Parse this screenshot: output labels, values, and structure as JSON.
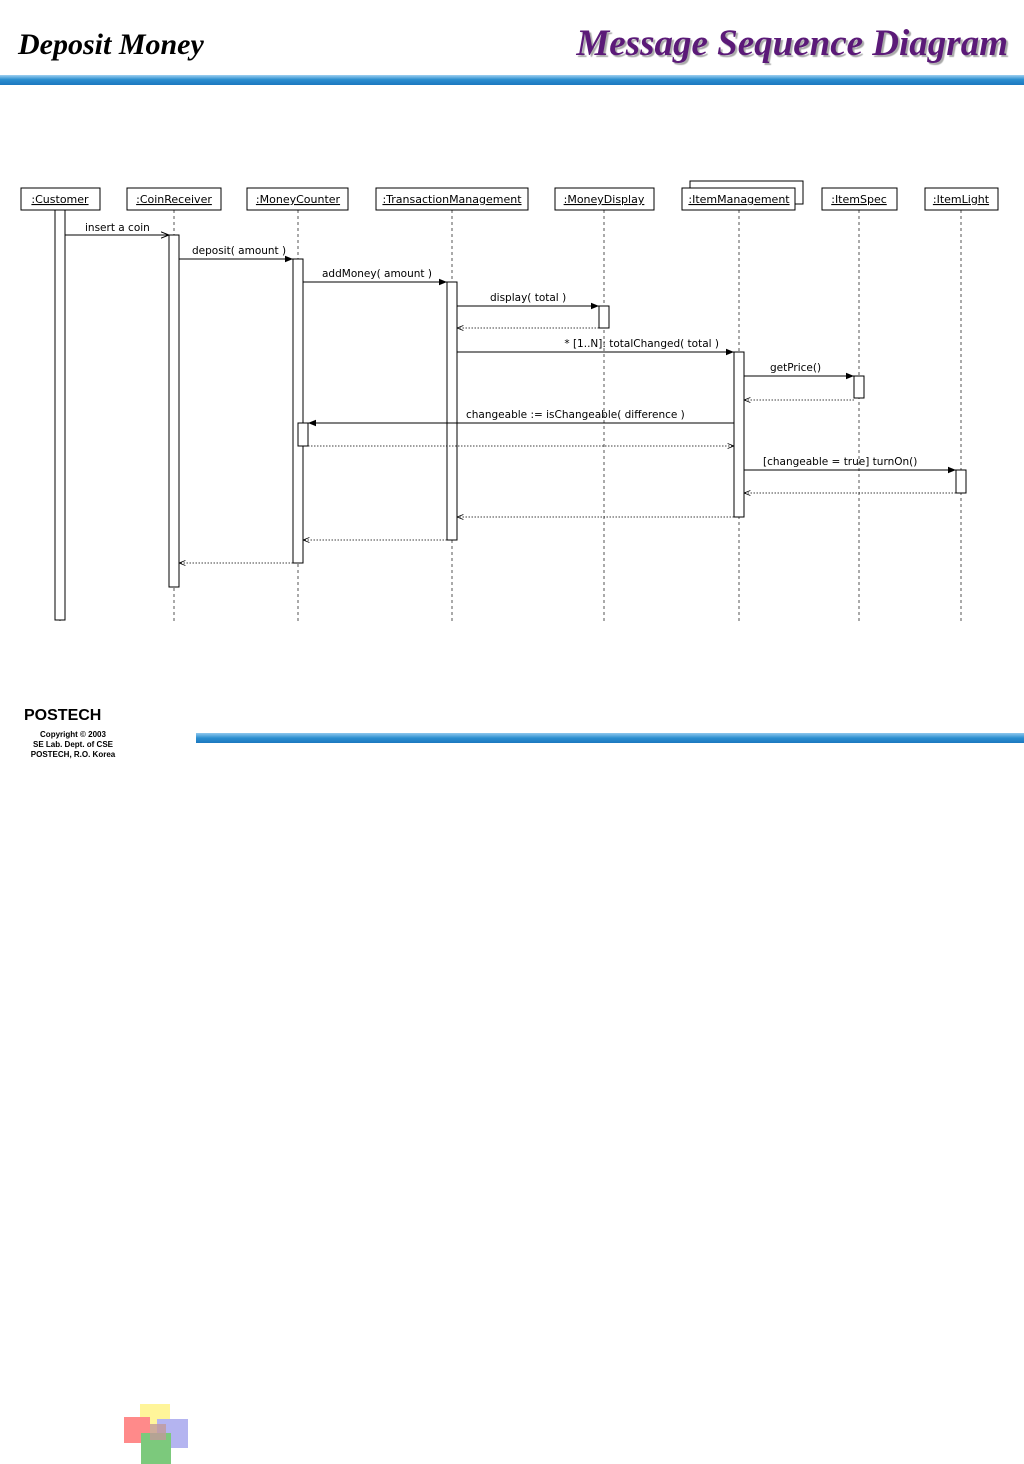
{
  "slide": {
    "title": "Deposit Money",
    "diagram_title": "Message Sequence Diagram"
  },
  "diagram": {
    "lifelines": [
      ":Customer",
      ":CoinReceiver",
      ":MoneyCounter",
      ":TransactionManagement",
      ":MoneyDisplay",
      ":ItemManagement",
      ":ItemSpec",
      ":ItemLight"
    ],
    "messages": [
      "insert a coin",
      "deposit( amount )",
      "addMoney( amount )",
      "display( total )",
      "* [1..N]: totalChanged( total )",
      "getPrice()",
      "changeable := isChangeable( difference )",
      "[changeable = true] turnOn()"
    ]
  },
  "footer": {
    "org": "POSTECH",
    "copyright": "Copyright © 2003",
    "lab": "SE Lab. Dept. of CSE",
    "location": "POSTECH, R.O. Korea"
  }
}
